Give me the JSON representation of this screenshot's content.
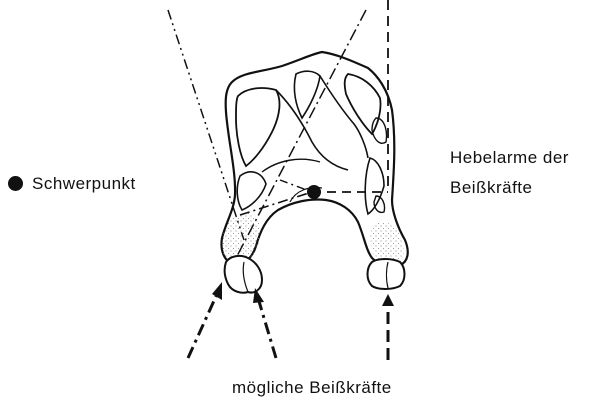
{
  "labels": {
    "schwerpunkt": "Schwerpunkt",
    "hebelarme_line1": "Hebelarme der",
    "hebelarme_line2": "Beißkräfte",
    "beisskraefte": "mögliche Beißkräfte"
  },
  "colors": {
    "ink": "#111111",
    "stipple": "#777777",
    "background": "#ffffff"
  },
  "legend_marker": "filled-circle"
}
